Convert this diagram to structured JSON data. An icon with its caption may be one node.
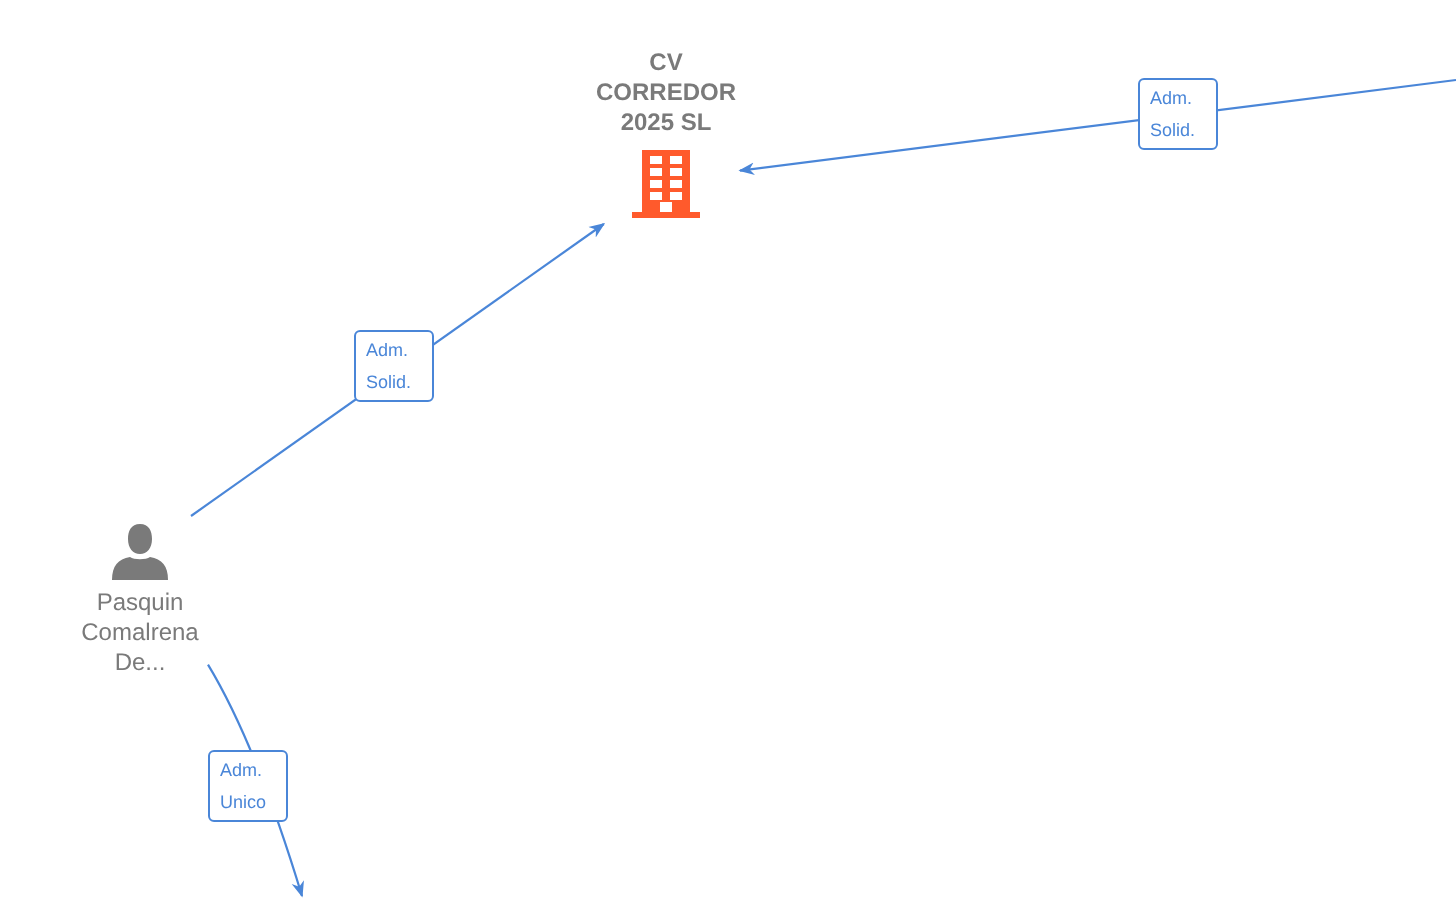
{
  "diagram": {
    "nodes": [
      {
        "text": [
          "CV CORREDOR 2025 SL"
        ]
      },
      {
        "text": [
          "Pasquin Comalrena De..."
        ]
      }
    ],
    "edges": [
      {
        "from": null,
        "to": 0,
        "arrow": "to",
        "label": "Adm. Solid."
      },
      {
        "from": 1,
        "to": 0,
        "arrow": "to",
        "label": "Adm. Solid."
      },
      {
        "from": 1,
        "to": null,
        "arrow": "to",
        "label": "Adm. Unico"
      }
    ]
  }
}
